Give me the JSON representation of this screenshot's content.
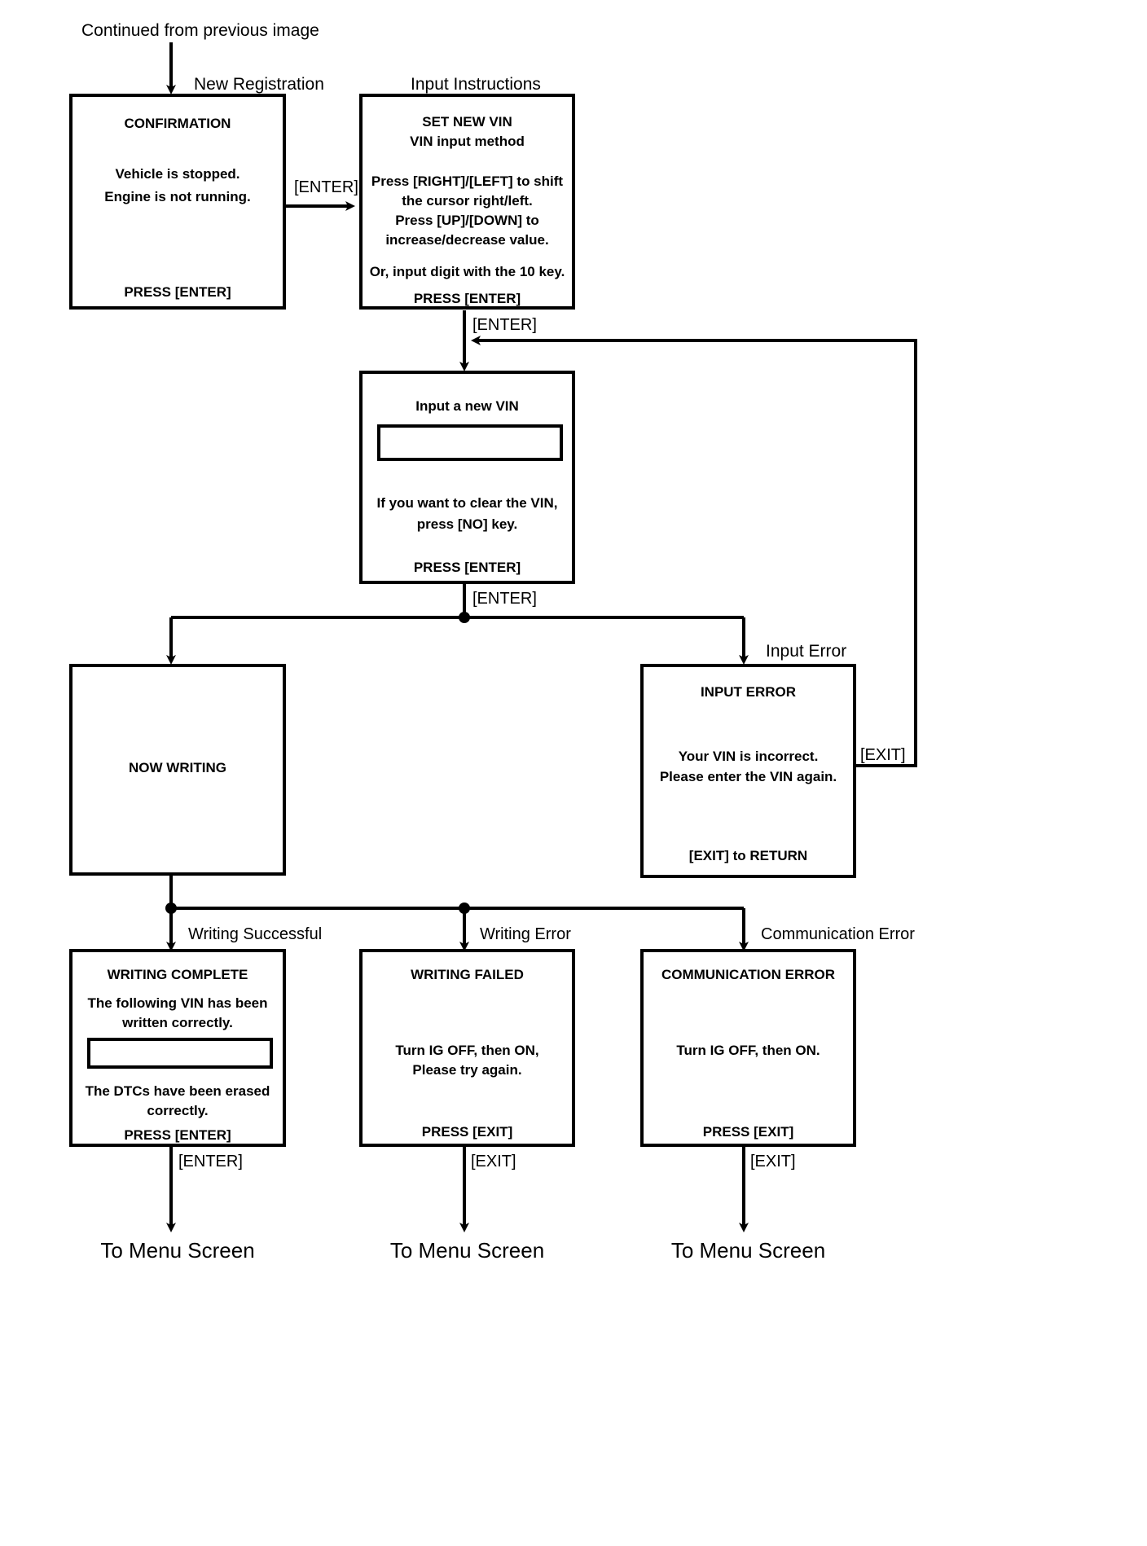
{
  "diagram": {
    "title_note": "Continued from previous image",
    "nodes": {
      "confirmation": {
        "caption": "New Registration",
        "title": "CONFIRMATION",
        "lines": [
          "Vehicle is stopped.",
          "Engine is not running."
        ],
        "footer": "PRESS [ENTER]"
      },
      "set_new_vin": {
        "caption": "Input Instructions",
        "title_line1": "SET NEW VIN",
        "title_line2": "VIN input method",
        "lines": [
          "Press [RIGHT]/[LEFT] to shift",
          "the cursor right/left.",
          "Press [UP]/[DOWN] to",
          "increase/decrease value."
        ],
        "note": "Or, input digit with the 10 key.",
        "footer": "PRESS [ENTER]"
      },
      "input_new_vin": {
        "title": "Input a new VIN",
        "field_value": "",
        "lines": [
          "If you want to clear the VIN,",
          "press [NO] key."
        ],
        "footer": "PRESS [ENTER]"
      },
      "now_writing": {
        "title": "NOW WRITING"
      },
      "input_error": {
        "caption": "Input Error",
        "title": "INPUT ERROR",
        "lines": [
          "Your VIN is incorrect.",
          "Please enter the VIN again."
        ],
        "footer": "[EXIT] to RETURN"
      },
      "writing_complete": {
        "title": "WRITING COMPLETE",
        "lines_top": [
          "The following VIN has been",
          "written correctly."
        ],
        "field_value": "",
        "lines_bottom": [
          "The DTCs have been erased",
          "correctly."
        ],
        "footer": "PRESS [ENTER]"
      },
      "writing_failed": {
        "title": "WRITING FAILED",
        "lines": [
          "Turn IG OFF, then ON,",
          "Please try again."
        ],
        "footer": "PRESS [EXIT]"
      },
      "communication_error": {
        "title": "COMMUNICATION ERROR",
        "lines": [
          "Turn IG OFF, then ON."
        ],
        "footer": "PRESS [EXIT]"
      }
    },
    "edge_labels": {
      "confirm_to_setvin": "[ENTER]",
      "setvin_to_input": "[ENTER]",
      "input_branch": "[ENTER]",
      "error_return": "[EXIT]",
      "writing_successful": "Writing Successful",
      "writing_error": "Writing Error",
      "communication_error": "Communication Error",
      "complete_exit": "[ENTER]",
      "failed_exit": "[EXIT]",
      "commerr_exit": "[EXIT]"
    },
    "terminals": {
      "menu_left": "To Menu Screen",
      "menu_mid": "To Menu Screen",
      "menu_right": "To Menu Screen"
    },
    "colors": {
      "stroke": "#000000",
      "background": "#ffffff"
    }
  }
}
